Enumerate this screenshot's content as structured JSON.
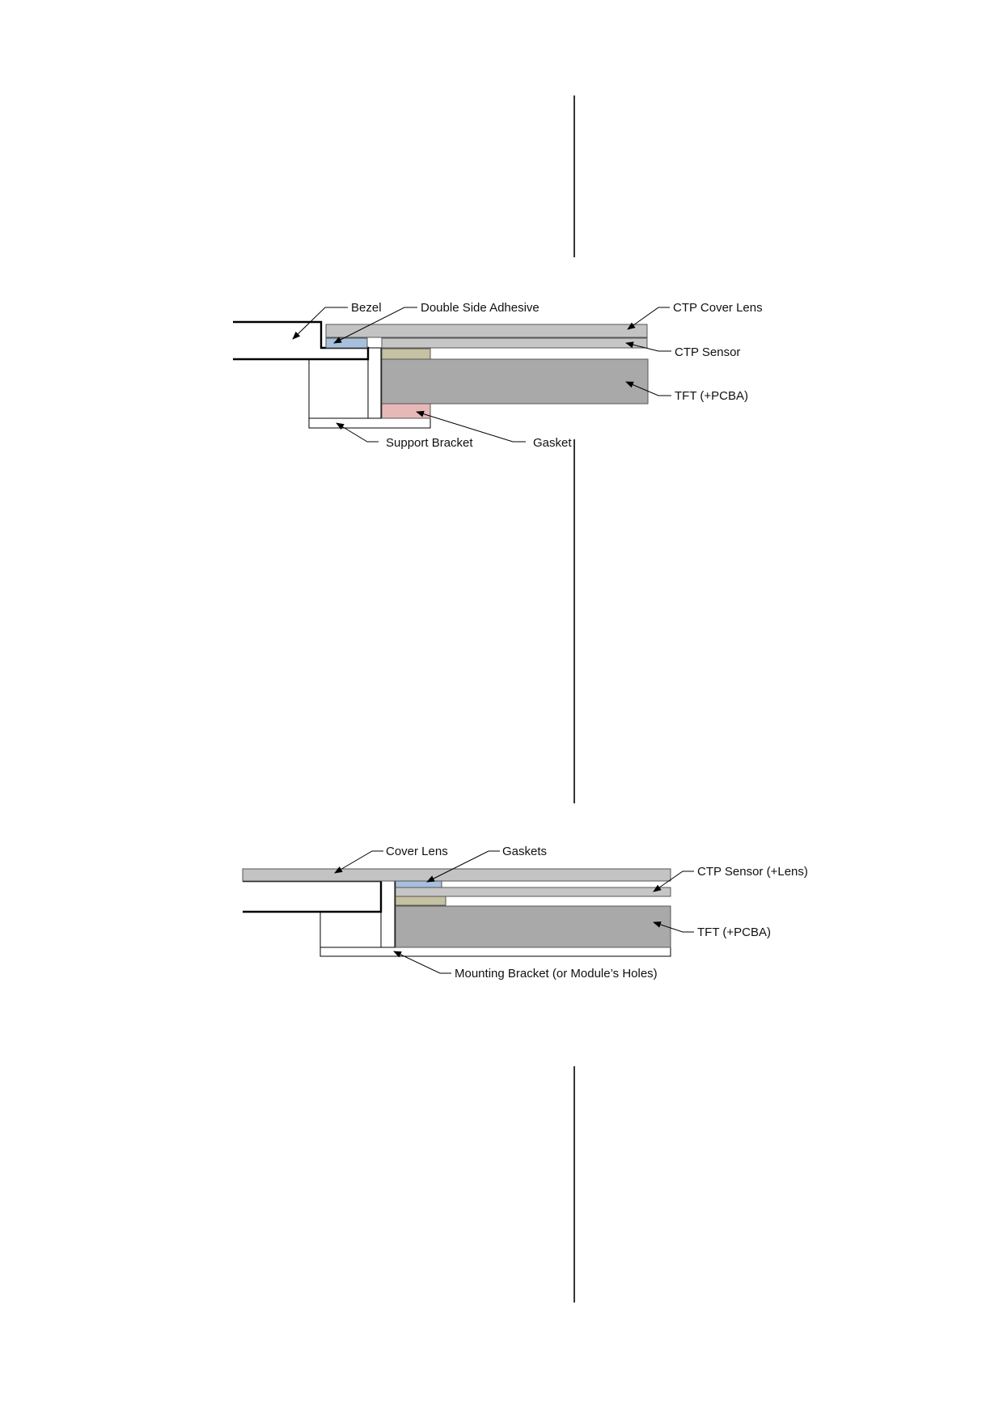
{
  "colors": {
    "lens": "#c3c3c3",
    "sensor": "#c6c6c6",
    "tft": "#a9a9a9",
    "adhesive": "#a7c0de",
    "gasket_spacer": "#c5c1a1",
    "gasket_pink": "#e6b9b8"
  },
  "diagram1": {
    "labels": {
      "bezel": "Bezel",
      "adhesive": "Double Side Adhesive",
      "cover_lens": "CTP Cover Lens",
      "sensor": "CTP Sensor",
      "tft": "TFT (+PCBA)",
      "support_bracket": "Support Bracket",
      "gasket": "Gasket"
    }
  },
  "diagram2": {
    "labels": {
      "cover_lens": "Cover Lens",
      "gaskets": "Gaskets",
      "sensor": "CTP Sensor (+Lens)",
      "tft": "TFT (+PCBA)",
      "mounting_bracket": "Mounting Bracket (or Module’s Holes)"
    }
  }
}
